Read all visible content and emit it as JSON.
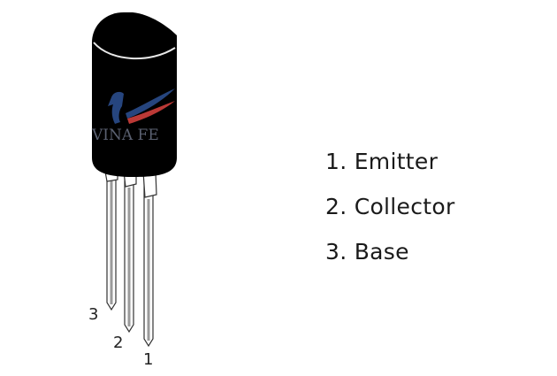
{
  "component": {
    "name": "transistor-to92",
    "body_color": "#000000",
    "watermark": {
      "text": "VINA FE",
      "colors": {
        "blue": "#2b4d8c",
        "red": "#d0403c",
        "text": "#5a6070"
      }
    }
  },
  "pins": [
    {
      "number": "3",
      "function": "Base"
    },
    {
      "number": "2",
      "function": "Collector"
    },
    {
      "number": "1",
      "function": "Emitter"
    }
  ],
  "legend": {
    "items": [
      {
        "label": "1. Emitter"
      },
      {
        "label": "2. Collector"
      },
      {
        "label": "3. Base"
      }
    ]
  }
}
